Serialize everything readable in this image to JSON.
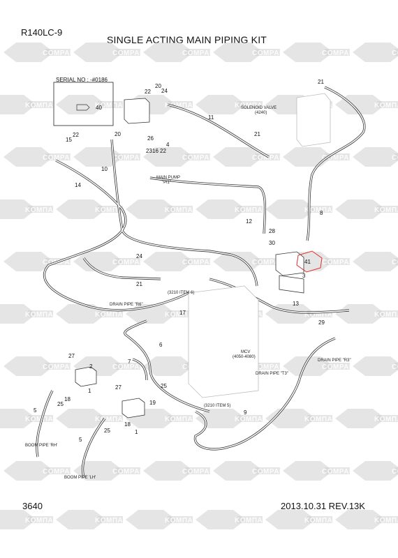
{
  "header": {
    "model": "R140LC-9",
    "title": "SINGLE ACTING MAIN PIPING KIT"
  },
  "footer": {
    "page_number": "3640",
    "revision": "2013.10.31   REV.13K"
  },
  "serial_box": {
    "label": "SERIAL NO : -#0186",
    "part_ref": "40"
  },
  "callouts": {
    "solenoid_valve": "SOLENOID VALVE",
    "solenoid_valve_no": "(4240)",
    "main_pump": "MAIN PUMP",
    "main_pump_port": "\"Pi1\"",
    "drain_pipe_r6": "DRAIN PIPE \"R6\"",
    "item_3210_6": "(3210 ITEM 6)",
    "mcv": "MCV",
    "mcv_no": "(4050-4080)",
    "drain_pipe_r3": "DRAIN PIPE \"R3\"",
    "drain_pipe_t3": "DRAIN PIPE \"T3\"",
    "item_3210_5": "(3210 ITEM 5)",
    "boom_pipe_rh": "BOOM PIPE 'RH'",
    "boom_pipe_lh": "BOOM PIPE 'LH'"
  },
  "watermark": {
    "text_a": "KOMПАРТ",
    "text_b": "COMPART",
    "color": "#cfcfcf"
  },
  "highlight": {
    "part_ref": "41",
    "color": "#e0302a"
  },
  "part_numbers": [
    "1",
    "2",
    "3",
    "4",
    "5",
    "6",
    "7",
    "8",
    "9",
    "10",
    "11",
    "12",
    "13",
    "14",
    "15",
    "16",
    "17",
    "18",
    "19",
    "20",
    "21",
    "22",
    "23",
    "24",
    "25",
    "26",
    "27",
    "28",
    "29",
    "30",
    "40",
    "41"
  ]
}
